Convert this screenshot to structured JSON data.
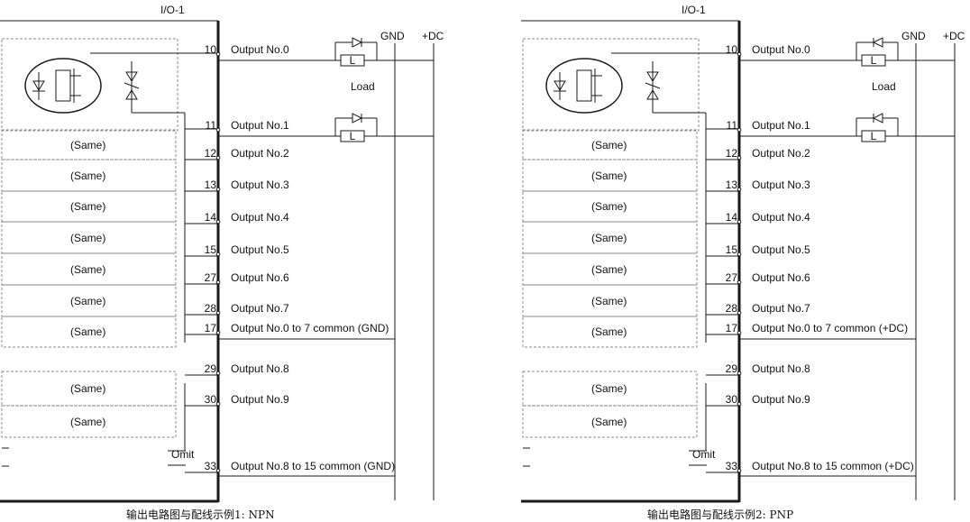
{
  "diagrams": [
    {
      "connector_label": "I/O-1",
      "gnd_label": "GND",
      "dc_label": "+DC",
      "load_label": "Load",
      "load_box_letter": "L",
      "same_label": "(Same)",
      "omit_label": "Omit",
      "caption": "输出电路图与配线示例1: NPN",
      "outputs": [
        {
          "pin": "10",
          "label": "Output No.0"
        },
        {
          "pin": "11",
          "label": "Output No.1"
        },
        {
          "pin": "12",
          "label": "Output No.2"
        },
        {
          "pin": "13",
          "label": "Output No.3"
        },
        {
          "pin": "14",
          "label": "Output No.4"
        },
        {
          "pin": "15",
          "label": "Output No.5"
        },
        {
          "pin": "27",
          "label": "Output No.6"
        },
        {
          "pin": "28",
          "label": "Output No.7"
        },
        {
          "pin": "17",
          "label": "Output No.0 to 7 common (GND)"
        },
        {
          "pin": "29",
          "label": "Output No.8"
        },
        {
          "pin": "30",
          "label": "Output No.9"
        },
        {
          "pin": "33",
          "label": "Output No.8 to 15 common (GND)"
        }
      ]
    },
    {
      "connector_label": "I/O-1",
      "gnd_label": "GND",
      "dc_label": "+DC",
      "load_label": "Load",
      "load_box_letter": "L",
      "same_label": "(Same)",
      "omit_label": "Omit",
      "caption": "输出电路图与配线示例2: PNP",
      "outputs": [
        {
          "pin": "10",
          "label": "Output No.0"
        },
        {
          "pin": "11",
          "label": "Output No.1"
        },
        {
          "pin": "12",
          "label": "Output No.2"
        },
        {
          "pin": "13",
          "label": "Output No.3"
        },
        {
          "pin": "14",
          "label": "Output No.4"
        },
        {
          "pin": "15",
          "label": "Output No.5"
        },
        {
          "pin": "27",
          "label": "Output No.6"
        },
        {
          "pin": "28",
          "label": "Output No.7"
        },
        {
          "pin": "17",
          "label": "Output No.0 to 7 common (+DC)"
        },
        {
          "pin": "29",
          "label": "Output No.8"
        },
        {
          "pin": "30",
          "label": "Output No.9"
        },
        {
          "pin": "33",
          "label": "Output No.8 to 15 common (+DC)"
        }
      ]
    }
  ],
  "colors": {
    "line": "#1a1a1a",
    "caption": "#d03030"
  }
}
